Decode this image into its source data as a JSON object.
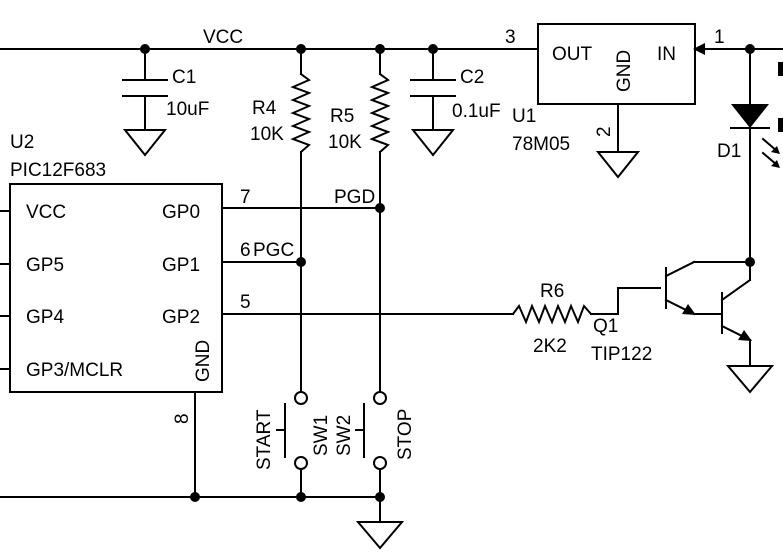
{
  "schematic": {
    "nets": {
      "vcc": "VCC",
      "pgd": "PGD",
      "pgc": "PGC"
    },
    "pins": {
      "u1_out_num": "3",
      "u1_in_num": "1",
      "u1_gnd_num": "2",
      "u2_gp0_num": "7",
      "u2_gp1_num": "6",
      "u2_gp2_num": "5",
      "u2_gnd_num": "8"
    },
    "components": {
      "c1": {
        "ref": "C1",
        "value": "10uF"
      },
      "c2": {
        "ref": "C2",
        "value": "0.1uF"
      },
      "r4": {
        "ref": "R4",
        "value": "10K"
      },
      "r5": {
        "ref": "R5",
        "value": "10K"
      },
      "r6": {
        "ref": "R6",
        "value": "2K2"
      },
      "u1": {
        "ref": "U1",
        "value": "78M05",
        "pin_out": "OUT",
        "pin_in": "IN",
        "pin_gnd": "GND"
      },
      "u2": {
        "ref": "U2",
        "value": "PIC12F683",
        "pin_vcc": "VCC",
        "pin_gp5": "GP5",
        "pin_gp4": "GP4",
        "pin_gp3": "GP3/MCLR",
        "pin_gp0": "GP0",
        "pin_gp1": "GP1",
        "pin_gp2": "GP2",
        "pin_gnd": "GND"
      },
      "q1": {
        "ref": "Q1",
        "value": "TIP122"
      },
      "d1": {
        "ref": "D1"
      },
      "sw1": {
        "ref": "SW1",
        "label": "START"
      },
      "sw2": {
        "ref": "SW2",
        "label": "STOP"
      }
    }
  }
}
